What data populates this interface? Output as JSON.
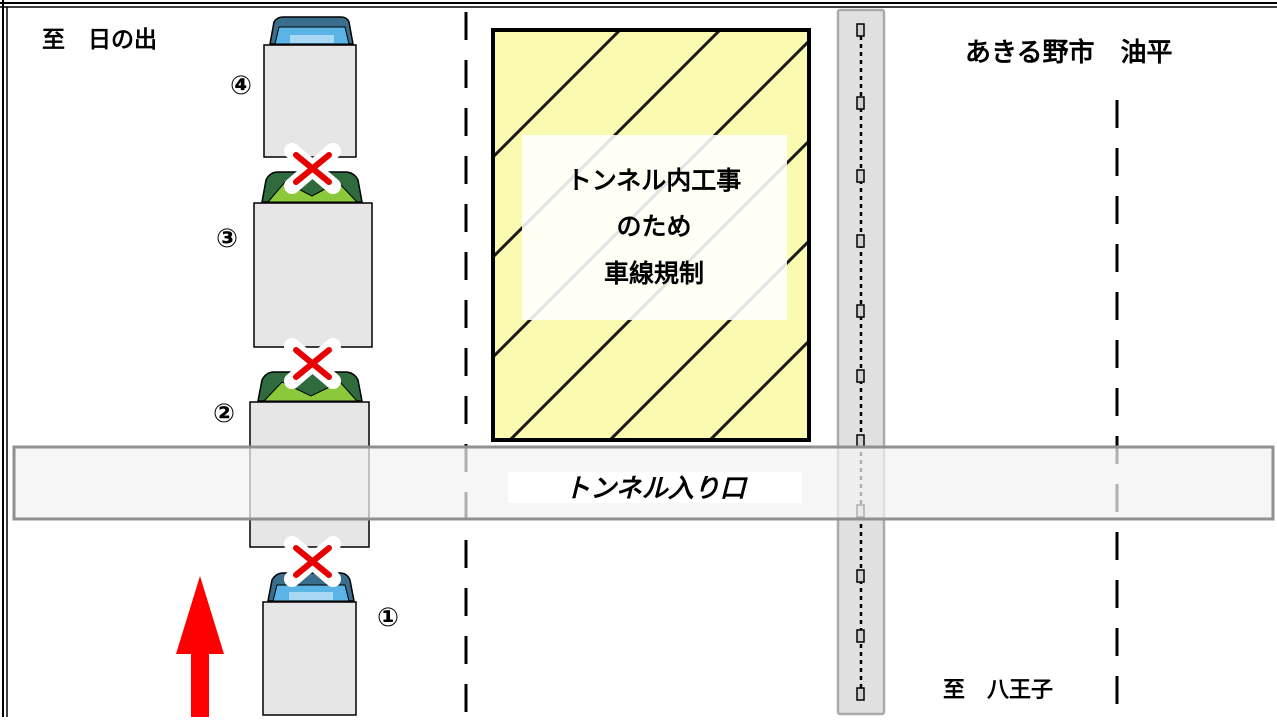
{
  "labels": {
    "to_hinode": "至　日の出",
    "akiruno": "あきる野市　油平",
    "to_hachioji": "至　八王子",
    "tunnel_entrance": "トンネル入り口"
  },
  "construction": {
    "lines": [
      "トンネル内工事",
      "のため",
      "車線規制"
    ]
  },
  "vehicles": {
    "numbers": [
      "①",
      "②",
      "③",
      "④"
    ]
  },
  "colors": {
    "construction_fill": "#fafab0",
    "hatch": "#1a1a1a",
    "truck_body": "#e6e6e6",
    "truck_cab_blue": "#5ab4e6",
    "truck_cab_green": "#8cc83c",
    "cross": "#e60000",
    "arrow": "#ff0000",
    "tunnel_band": "#f2f2f2",
    "median": "#e0e0e0"
  }
}
